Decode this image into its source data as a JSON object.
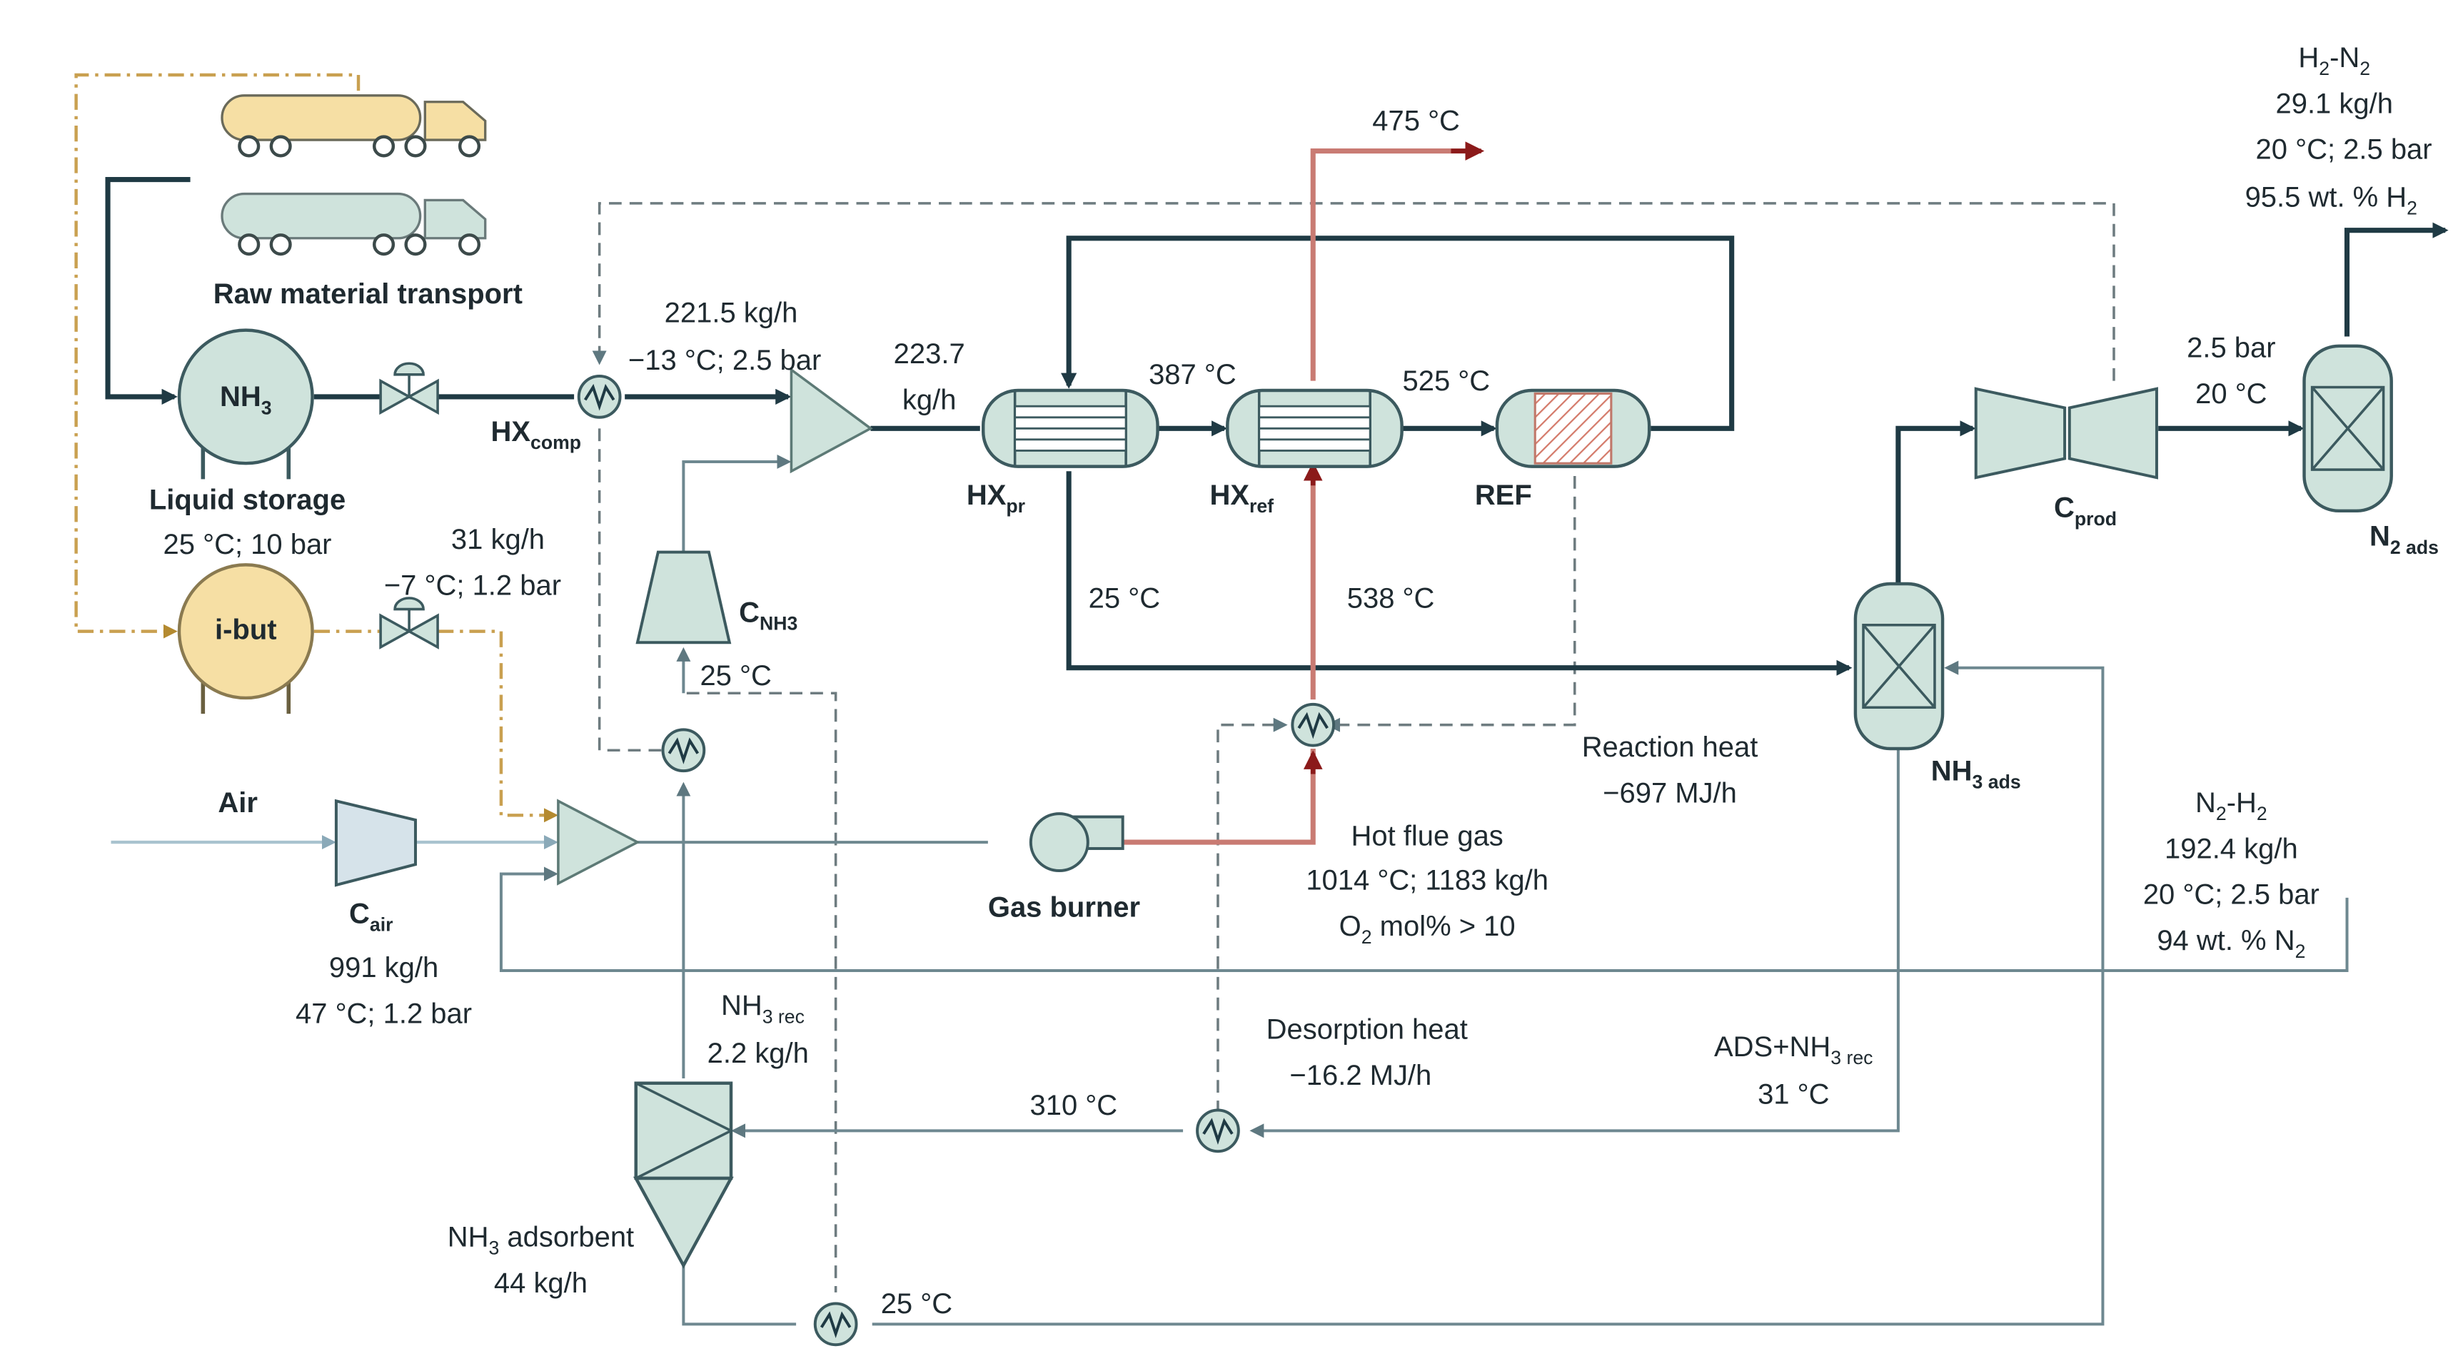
{
  "labels": {
    "raw_material_transport": "Raw material transport",
    "nh3_tank": "NH",
    "nh3_tank_sub": "3",
    "ibut_tank": "i-but",
    "liquid_storage": "Liquid storage",
    "storage_cond": "25 °C; 10 bar",
    "hxcomp_main": "HX",
    "hxcomp_sub": "comp",
    "feed_flow_1": "221.5 kg/h",
    "feed_cond_1": "−13 °C; 2.5 bar",
    "ibut_flow": "31 kg/h",
    "ibut_cond": "−7 °C; 1.2 bar",
    "mix_flow_1": "223.7",
    "mix_flow_2": "kg/h",
    "hxpr_main": "HX",
    "hxpr_sub": "pr",
    "temp_387": "387 °C",
    "hxref_main": "HX",
    "hxref_sub": "ref",
    "temp_525": "525 °C",
    "ref_label": "REF",
    "temp_475": "475 °C",
    "temp_25_a": "25 °C",
    "temp_538": "538 °C",
    "cnh3_main": "C",
    "cnh3_sub": "NH3",
    "temp_25_b": "25 °C",
    "air_label": "Air",
    "cair_main": "C",
    "cair_sub": "air",
    "air_flow": "991 kg/h",
    "air_cond": "47 °C; 1.2 bar",
    "gas_burner": "Gas burner",
    "flue_title": "Hot flue gas",
    "flue_cond": "1014 °C; 1183 kg/h",
    "flue_o2_pre": "O",
    "flue_o2_sub": "2",
    "flue_o2_post": " mol% > 10",
    "reaction_heat_title": "Reaction heat",
    "reaction_heat_value": "−697 MJ/h",
    "nh3ads_main": "NH",
    "nh3ads_sub": "3 ads",
    "n2h2_title_pre": "N",
    "n2h2_title_sub1": "2",
    "n2h2_title_mid": "-H",
    "n2h2_title_sub2": "2",
    "n2h2_flow": "192.4 kg/h",
    "n2h2_cond": "20 °C; 2.5 bar",
    "n2h2_wt_pre": "94 wt. % N",
    "n2h2_wt_sub": "2",
    "h2n2_title_pre": "H",
    "h2n2_title_sub1": "2",
    "h2n2_title_mid": "-N",
    "h2n2_title_sub2": "2",
    "h2n2_flow": "29.1 kg/h",
    "h2n2_cond": "20 °C; 2.5 bar",
    "h2n2_wt_pre": "95.5 wt. % H",
    "h2n2_wt_sub": "2",
    "press_2_5": "2.5 bar",
    "temp_20": "20 °C",
    "cprod_main": "C",
    "cprod_sub": "prod",
    "n2ads_main": "N",
    "n2ads_sub": "2 ads",
    "nh3rec_main": "NH",
    "nh3rec_sub": "3 rec",
    "nh3rec_flow": "2.2 kg/h",
    "desorption_title": "Desorption heat",
    "desorption_value": "−16.2 MJ/h",
    "temp_310": "310 °C",
    "adsrec_pre": "ADS+NH",
    "adsrec_sub": "3 rec",
    "temp_31": "31 °C",
    "adsorbent_pre": "NH",
    "adsorbent_sub": "3",
    "adsorbent_post": " adsorbent",
    "adsorbent_mass": "44 kg/h",
    "temp_25_c": "25 °C"
  },
  "colors": {
    "process_line": "#1f3a44",
    "thin_line": "#6e8890",
    "dashed_line": "#6e7c80",
    "hot_line": "#c97b73",
    "hot_arrow": "#8b1a1a",
    "ibut_line": "#c9a050",
    "equipment_fill": "#cfe3dc",
    "equipment_stroke": "#5d7a76",
    "ibut_fill": "#f6dfa4",
    "truck_fill": "#f6dfa4",
    "truck2_fill": "#cfe3dc",
    "air_line": "#a9c3cf"
  }
}
